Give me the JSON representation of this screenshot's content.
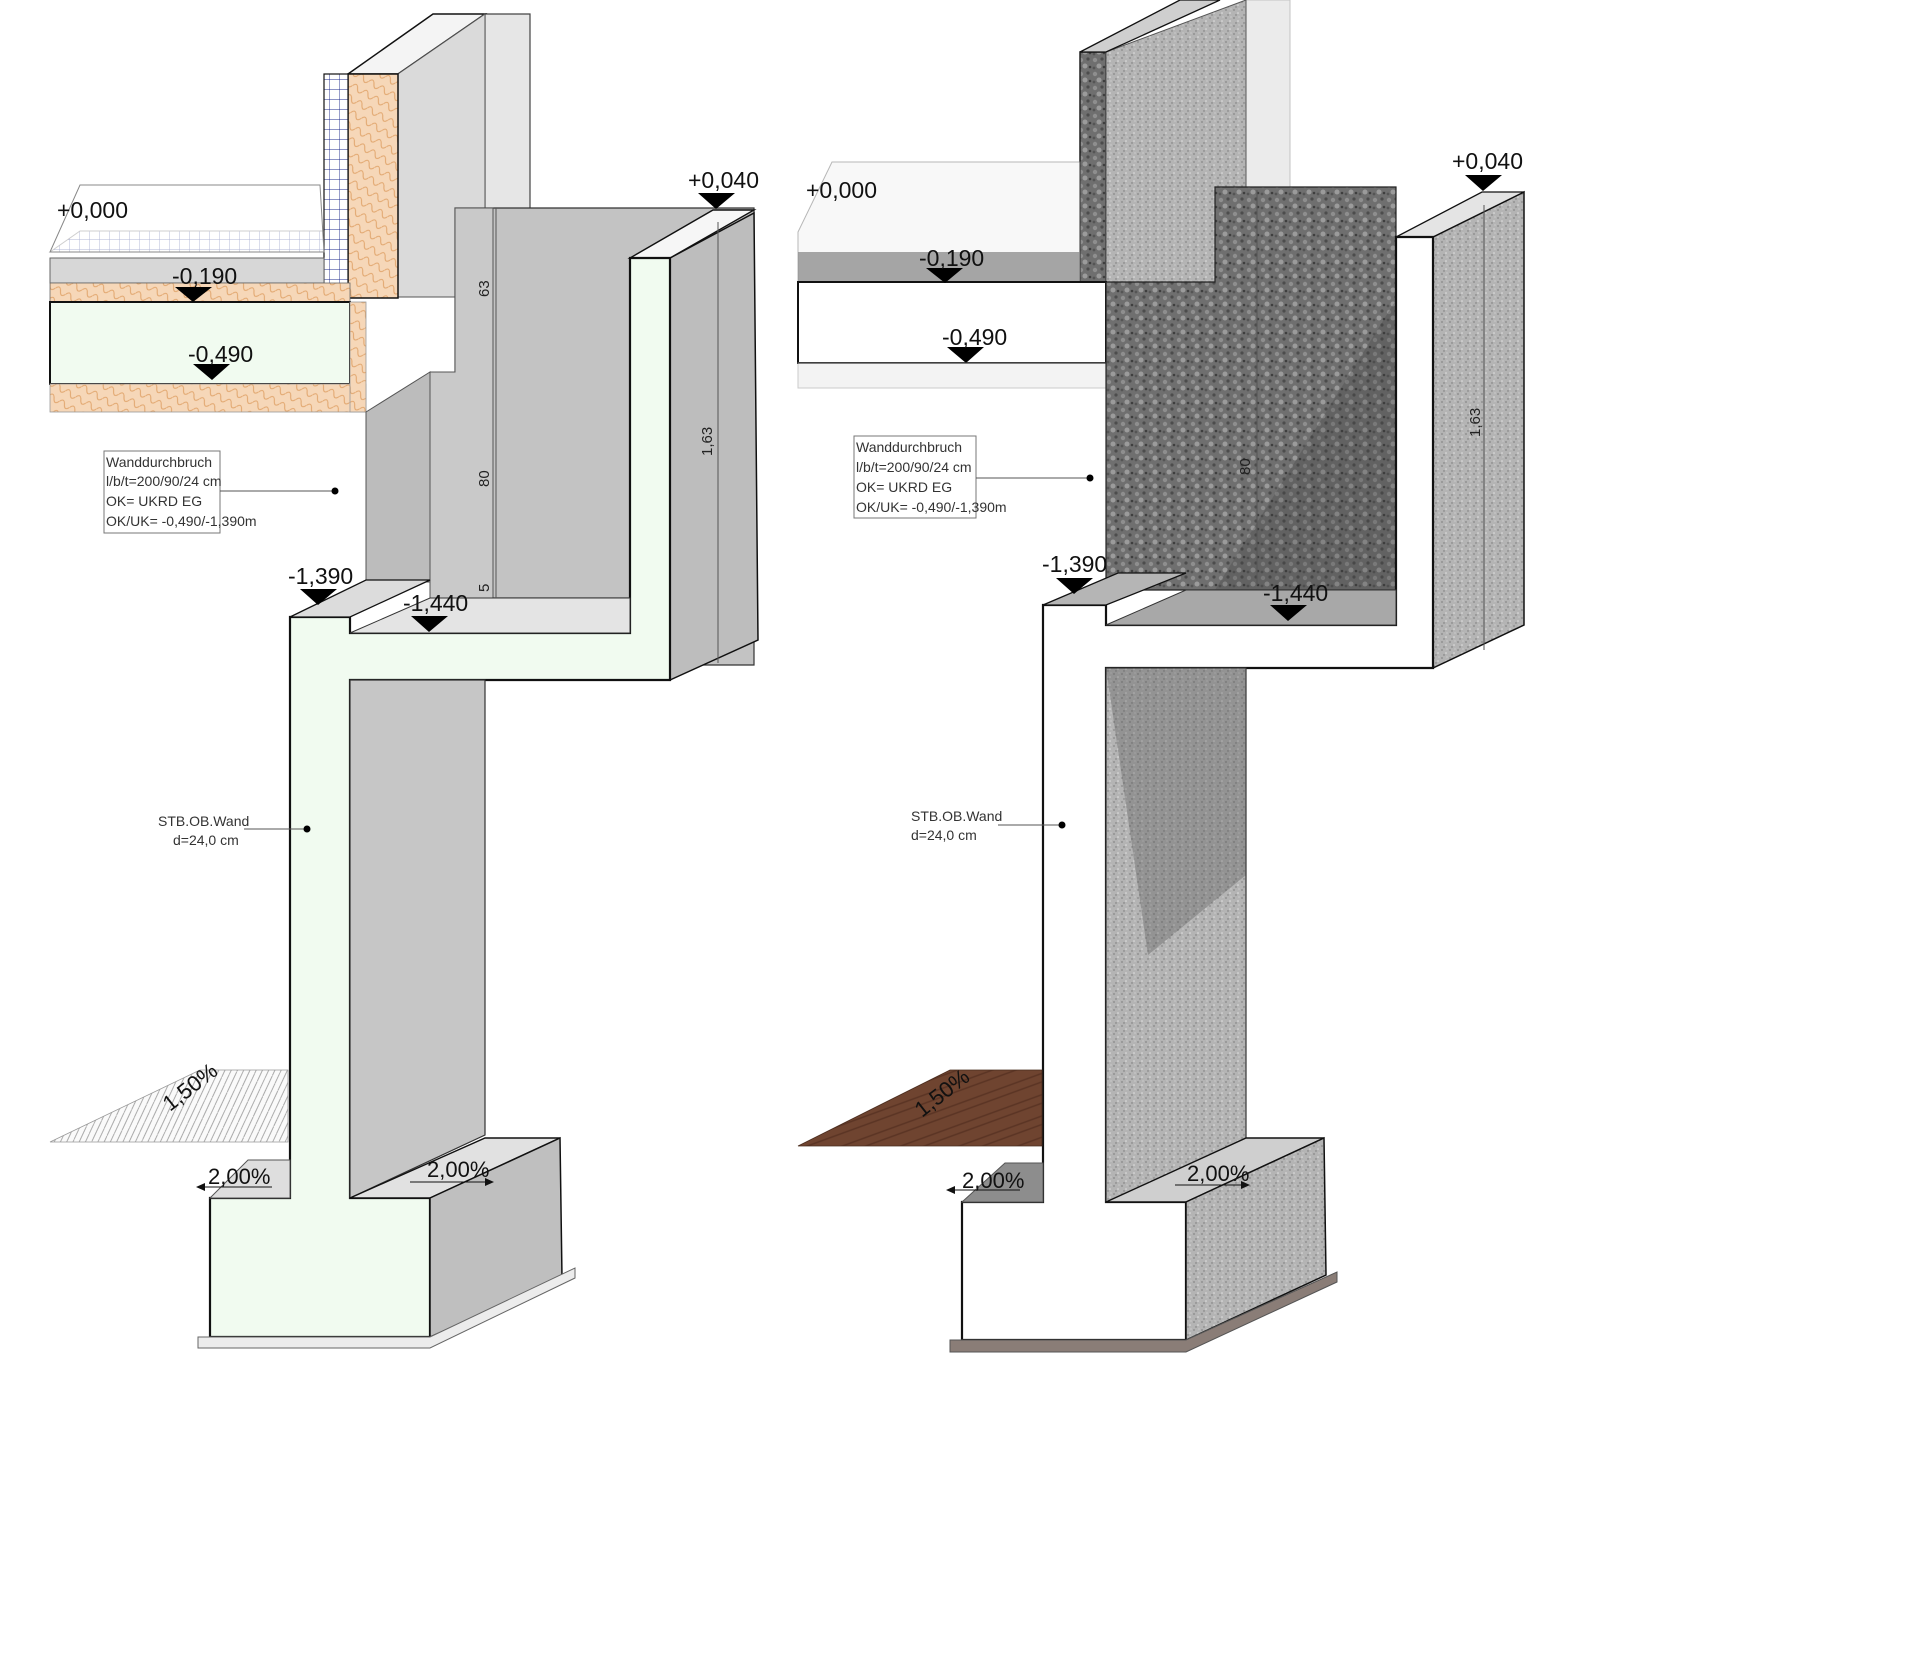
{
  "panels": [
    {
      "id": "left",
      "style": "section-flat",
      "levels": [
        "+0,000",
        "-0,190",
        "-0,490",
        "+0,040",
        "-1,390",
        "-1,440"
      ],
      "dimensions": [
        "63",
        "80",
        "5",
        "1,63"
      ],
      "opening_note": [
        "Wanddurchbruch",
        "l/b/t=200/90/24 cm",
        "OK= UKRD EG",
        "OK/UK= -0,490/-1,390m"
      ],
      "wall_note": [
        "STB.OB.Wand",
        "d=24,0 cm"
      ],
      "slopes": [
        "1,50%",
        "2,00%",
        "2,00%"
      ]
    },
    {
      "id": "right",
      "style": "section-textured",
      "levels": [
        "+0,000",
        "-0,190",
        "-0,490",
        "+0,040",
        "-1,390",
        "-1,440"
      ],
      "dimensions": [
        "80",
        "1,63"
      ],
      "opening_note": [
        "Wanddurchbruch",
        "l/b/t=200/90/24 cm",
        "OK= UKRD EG",
        "OK/UK= -0,490/-1,390m"
      ],
      "wall_note": [
        "STB.OB.Wand",
        "d=24,0 cm"
      ],
      "slopes": [
        "1,50%",
        "2,00%",
        "2,00%"
      ]
    }
  ],
  "colors": {
    "cut_face": "#f1fbf0",
    "concrete_grey": "#c3c3c3",
    "insulation": "#f6d7b8",
    "insulation_hatch": "#e1a56c",
    "gravel": "#6f6f6f",
    "speckle": "#b4b4b4",
    "wood": "#6f4430",
    "slab_pane": "#dcdcdc"
  }
}
